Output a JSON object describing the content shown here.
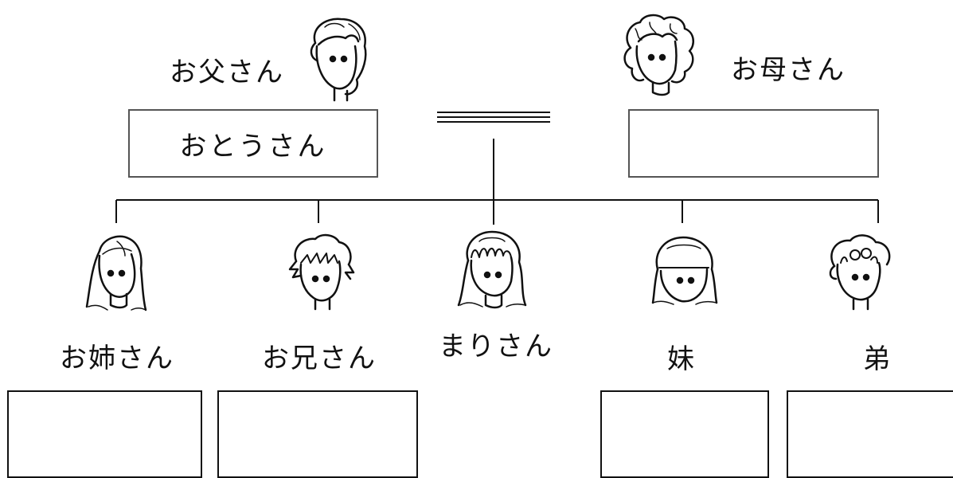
{
  "parents": {
    "father": {
      "label": "お父さん",
      "answer": "おとうさん"
    },
    "mother": {
      "label": "お母さん",
      "answer": ""
    }
  },
  "children": {
    "older_sister": {
      "label": "お姉さん",
      "answer": ""
    },
    "older_brother": {
      "label": "お兄さん",
      "answer": ""
    },
    "self": {
      "label": "まりさん"
    },
    "younger_sister": {
      "label": "妹",
      "answer": ""
    },
    "younger_brother": {
      "label": "弟",
      "answer": ""
    }
  }
}
